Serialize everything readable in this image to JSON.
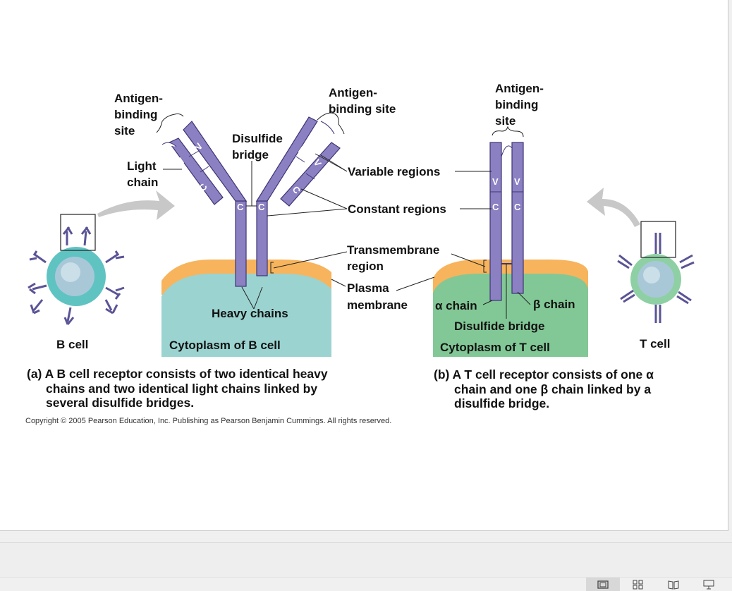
{
  "figure": {
    "labels": {
      "antigen_site_left": [
        "Antigen-",
        "binding",
        "site"
      ],
      "antigen_site_mid": [
        "Antigen-",
        "binding site"
      ],
      "antigen_site_right": [
        "Antigen-",
        "binding",
        "site"
      ],
      "light_chain": [
        "Light",
        "chain"
      ],
      "disulfide_bridge_b": [
        "Disulfide",
        "bridge"
      ],
      "variable_regions": "Variable regions",
      "constant_regions": "Constant regions",
      "transmembrane_region": [
        "Transmembrane",
        "region"
      ],
      "plasma_membrane": [
        "Plasma",
        "membrane"
      ],
      "heavy_chains": "Heavy chains",
      "alpha_chain": "α chain",
      "beta_chain": "β chain",
      "disulfide_bridge_t": "Disulfide bridge",
      "b_cell": "B cell",
      "t_cell": "T cell",
      "cytoplasm_b": "Cytoplasm of B cell",
      "cytoplasm_t": "Cytoplasm of T cell",
      "v": "V",
      "c": "C"
    },
    "caption_a": [
      "(a) A B cell receptor consists of two identical heavy",
      "chains and two identical light chains linked by",
      "several disulfide bridges."
    ],
    "caption_b": [
      "(b) A T cell receptor consists of one α",
      "chain and one β chain linked by a",
      "disulfide bridge."
    ],
    "copyright": "Copyright © 2005 Pearson Education, Inc. Publishing as Pearson Benjamin Cummings. All rights reserved.",
    "colors": {
      "chain": "#8b80c2",
      "chain_outline": "#3c3675",
      "b_cytoplasm": "#9bd3d0",
      "t_cytoplasm": "#82c896",
      "membrane": "#f7b45c",
      "arrow": "#c8c8c8"
    }
  },
  "status_bar": {
    "view_buttons": [
      "normal-view-icon",
      "slide-sorter-icon",
      "reading-view-icon",
      "slide-show-icon"
    ]
  }
}
